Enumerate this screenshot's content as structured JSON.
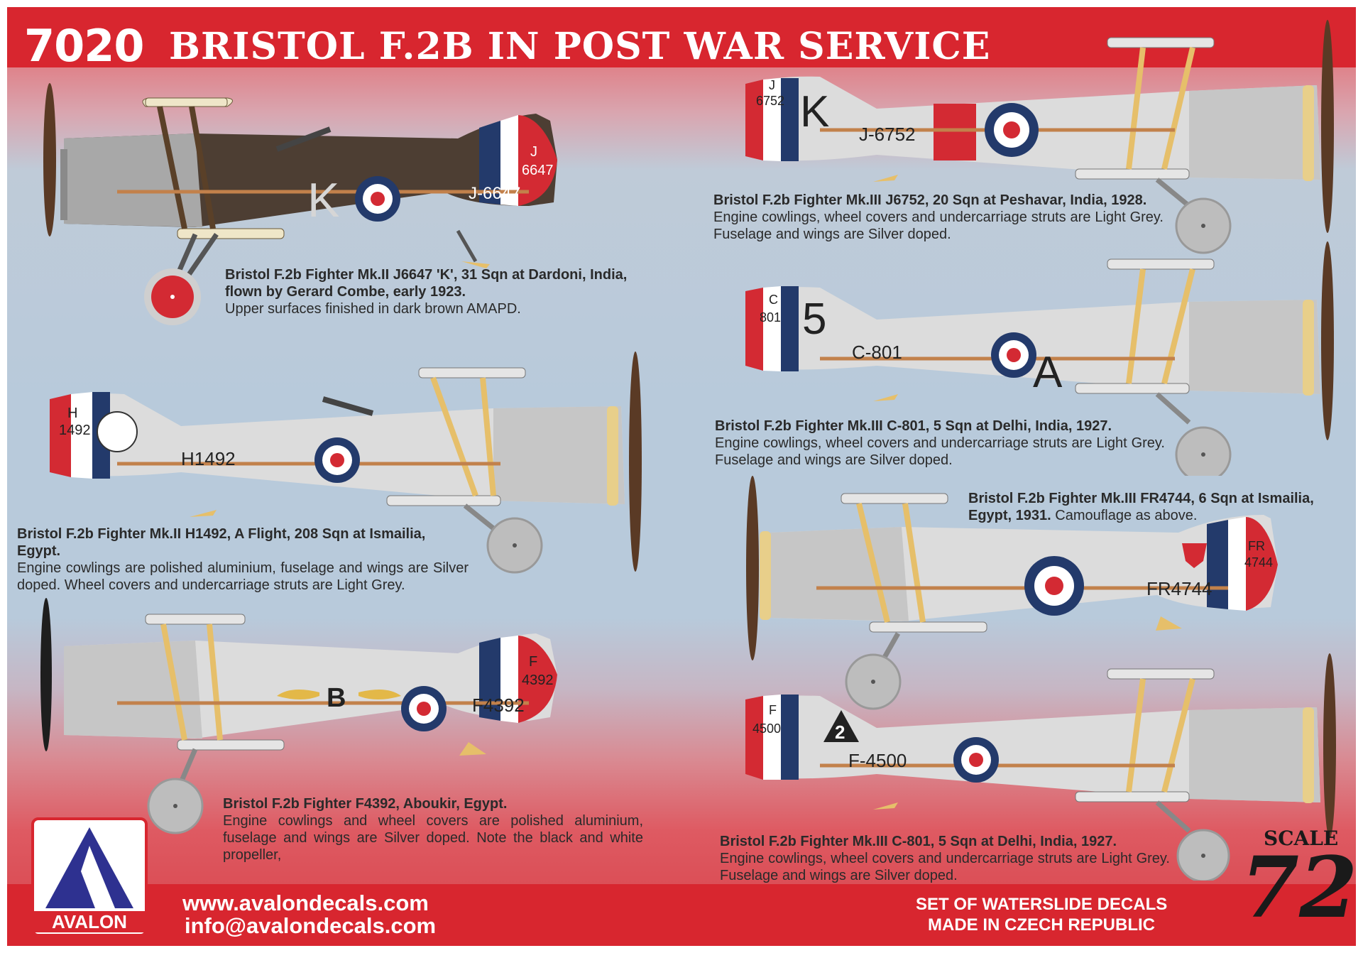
{
  "header": {
    "number": "7020",
    "title": "BRISTOL F.2B IN POST WAR SERVICE"
  },
  "colors": {
    "accent_red": "#d8262f",
    "roundel_blue": "#233a6b",
    "roundel_red": "#d32a33",
    "brown_fuselage": "#4d3e33",
    "silver": "#dcdcdc",
    "grey": "#a8a8a8",
    "strut": "#e6bf6a",
    "sky_blue": "#b8cadb"
  },
  "aircraft": [
    {
      "serial": "J-6647",
      "code": "K",
      "fin_letter": "J",
      "fin_number": "6647",
      "title": "Bristol F.2b Fighter Mk.II J6647 'K', 31 Sqn at Dardoni,  India, flown by Gerard Combe, early 1923.",
      "note": "Upper surfaces finished in dark brown AMAPD."
    },
    {
      "serial": "H1492",
      "fin_letter": "H",
      "fin_number": "1492",
      "title": "Bristol F.2b Fighter Mk.II H1492, A Flight, 208 Sqn at Ismailia, Egypt.",
      "note": "Engine cowlings are polished aluminium, fuselage and wings are Silver doped. Wheel covers and undercarriage struts are Light Grey."
    },
    {
      "serial": "F4392",
      "code": "B",
      "fin_letter": "F",
      "fin_number": "4392",
      "title": "Bristol F.2b Fighter F4392, Aboukir, Egypt.",
      "note": "Engine cowlings and wheel covers are polished aluminium, fuselage and wings are Silver doped. Note the black and white propeller,"
    },
    {
      "serial": "J-6752",
      "code": "K",
      "fin_letter": "J",
      "fin_number": "6752",
      "title": "Bristol F.2b Fighter Mk.III J6752, 20 Sqn at Peshavar, India, 1928.",
      "note": "Engine cowlings, wheel covers and undercarriage struts are Light Grey. Fuselage and wings are Silver doped."
    },
    {
      "serial": "C-801",
      "code": "A",
      "nose_number": "5",
      "fin_letter": "C",
      "fin_number": "801",
      "title": "Bristol F.2b Fighter Mk.III C-801, 5 Sqn at Delhi, India, 1927.",
      "note": "Engine cowlings, wheel covers and undercarriage struts are Light Grey. Fuselage and wings are Silver doped."
    },
    {
      "serial": "FR4744",
      "fin_letter": "FR",
      "fin_number": "4744",
      "title": "Bristol F.2b Fighter Mk.III FR4744, 6 Sqn at Ismailia, Egypt, 1931.",
      "note": "Camouflage as above."
    },
    {
      "serial": "F-4500",
      "code": "2",
      "fin_letter": "F",
      "fin_number": "4500",
      "title": "Bristol F.2b Fighter Mk.III C-801, 5 Sqn at Delhi, India, 1927.",
      "note": "Engine cowlings, wheel covers and undercarriage struts are Light Grey. Fuselage and wings are Silver doped."
    }
  ],
  "footer": {
    "website": "www.avalondecals.com",
    "email": "info@avalondecals.com",
    "made_line1": "SET OF WATERSLIDE DECALS",
    "made_line2": "MADE IN CZECH REPUBLIC",
    "brand": "AVALON",
    "scale_word": "SCALE",
    "scale_number": "72"
  }
}
